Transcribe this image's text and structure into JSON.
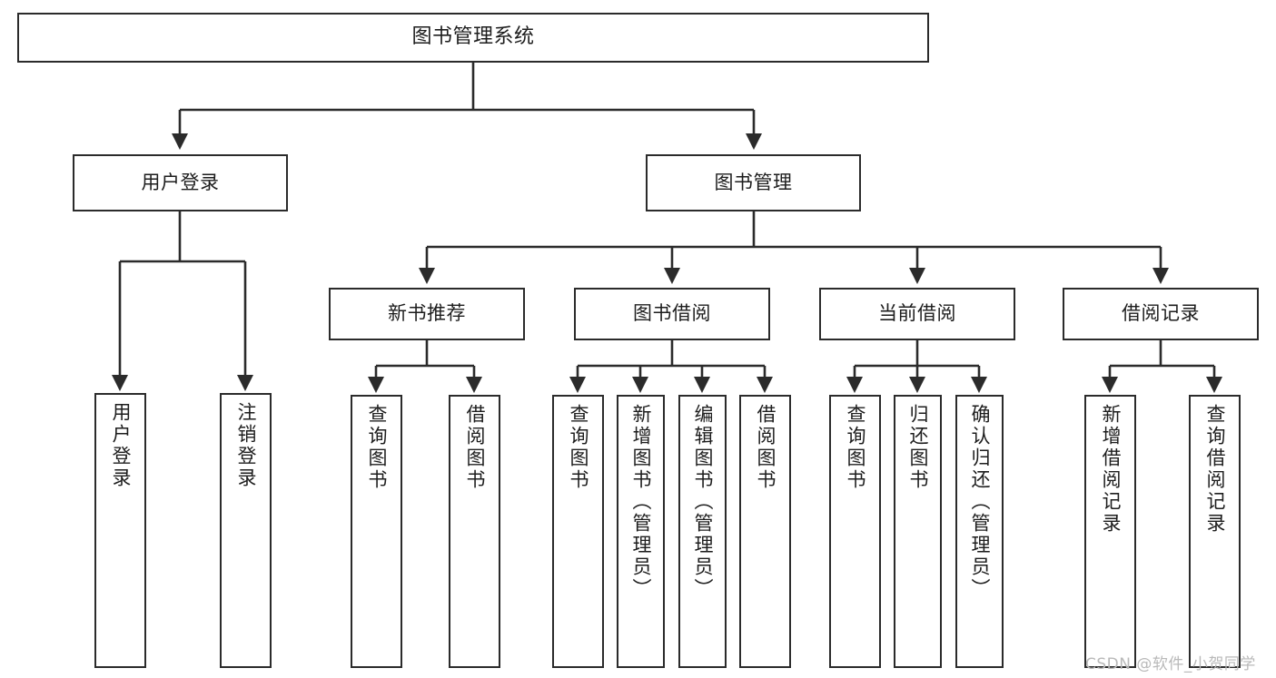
{
  "diagram": {
    "title": "图书管理系统",
    "type": "tree-hierarchy",
    "watermark": "CSDN @软件_小贺同学",
    "colors": {
      "box_border": "#2b2b2b",
      "box_fill": "#ffffff",
      "connector": "#2b2b2b",
      "text": "#1d1d1d",
      "watermark": "#b9b9b9",
      "background": "#ffffff"
    },
    "nodes": {
      "root": {
        "label": "图书管理系统"
      },
      "level2": [
        {
          "label": "用户登录"
        },
        {
          "label": "图书管理"
        }
      ],
      "level3": [
        {
          "label": "新书推荐"
        },
        {
          "label": "图书借阅"
        },
        {
          "label": "当前借阅"
        },
        {
          "label": "借阅记录"
        }
      ],
      "leaves_user_login": [
        {
          "label": "用户登录"
        },
        {
          "label": "注销登录"
        }
      ],
      "leaves_new_book": [
        {
          "label": "查询图书"
        },
        {
          "label": "借阅图书"
        }
      ],
      "leaves_borrow": [
        {
          "label": "查询图书"
        },
        {
          "label": "新增图书（管理员）"
        },
        {
          "label": "编辑图书（管理员）"
        },
        {
          "label": "借阅图书"
        }
      ],
      "leaves_current": [
        {
          "label": "查询图书"
        },
        {
          "label": "归还图书"
        },
        {
          "label": "确认归还（管理员）"
        }
      ],
      "leaves_records": [
        {
          "label": "新增借阅记录"
        },
        {
          "label": "查询借阅记录"
        }
      ]
    }
  }
}
